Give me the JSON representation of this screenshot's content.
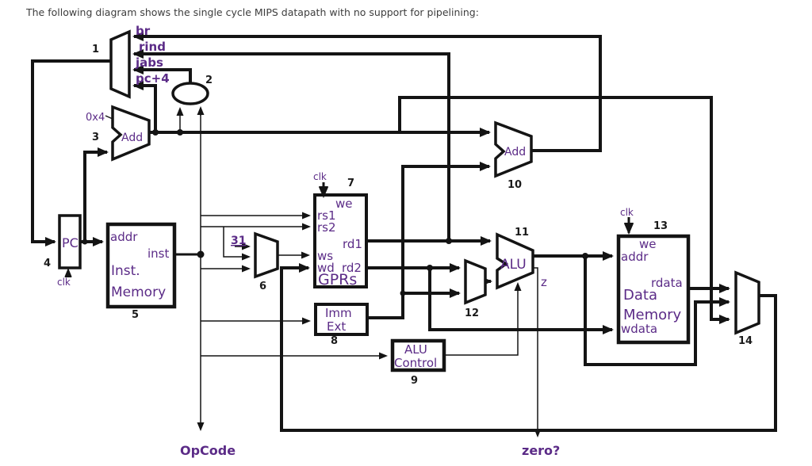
{
  "title": "The following diagram shows the single cycle MIPS datapath with no support for pipelining:",
  "colors": {
    "line": "#141414",
    "label_purple": "#5b2b87",
    "title_text": "#3d3d3d",
    "background": "#ffffff"
  },
  "pc_src_mux": {
    "number": "1",
    "inputs": {
      "br": "br",
      "rind": "rind",
      "jabs": "jabs",
      "pc4": "pc+4"
    }
  },
  "jump_shifter": {
    "number": "2"
  },
  "pc_adder": {
    "number": "3",
    "label": "Add",
    "const_input": "0x4"
  },
  "pc_register": {
    "number": "4",
    "label": "PC",
    "clk": "clk"
  },
  "inst_memory": {
    "number": "5",
    "name_line1": "Inst.",
    "name_line2": "Memory",
    "addr_port": "addr",
    "inst_port": "inst"
  },
  "ws_mux": {
    "number": "6",
    "const_input": "31"
  },
  "gprs": {
    "number": "7",
    "clk": "clk",
    "we_port": "we",
    "rs1_port": "rs1",
    "rs2_port": "rs2",
    "rd1_port": "rd1",
    "ws_port": "ws",
    "wd_port": "wd",
    "rd2_port": "rd2",
    "name": "GPRs"
  },
  "imm_ext": {
    "number": "8",
    "name_line1": "Imm",
    "name_line2": "Ext"
  },
  "alu_control": {
    "number": "9",
    "name_line1": "ALU",
    "name_line2": "Control"
  },
  "branch_adder": {
    "number": "10",
    "label": "Add"
  },
  "alu": {
    "number": "11",
    "label": "ALU",
    "zero_out": "z"
  },
  "alu_src_mux": {
    "number": "12"
  },
  "data_memory": {
    "number": "13",
    "clk": "clk",
    "we_port": "we",
    "addr_port": "addr",
    "rdata_port": "rdata",
    "wdata_port": "wdata",
    "name_line1": "Data",
    "name_line2": "Memory"
  },
  "wb_mux": {
    "number": "14"
  },
  "outputs": {
    "opcode": "OpCode",
    "zero": "zero?"
  }
}
